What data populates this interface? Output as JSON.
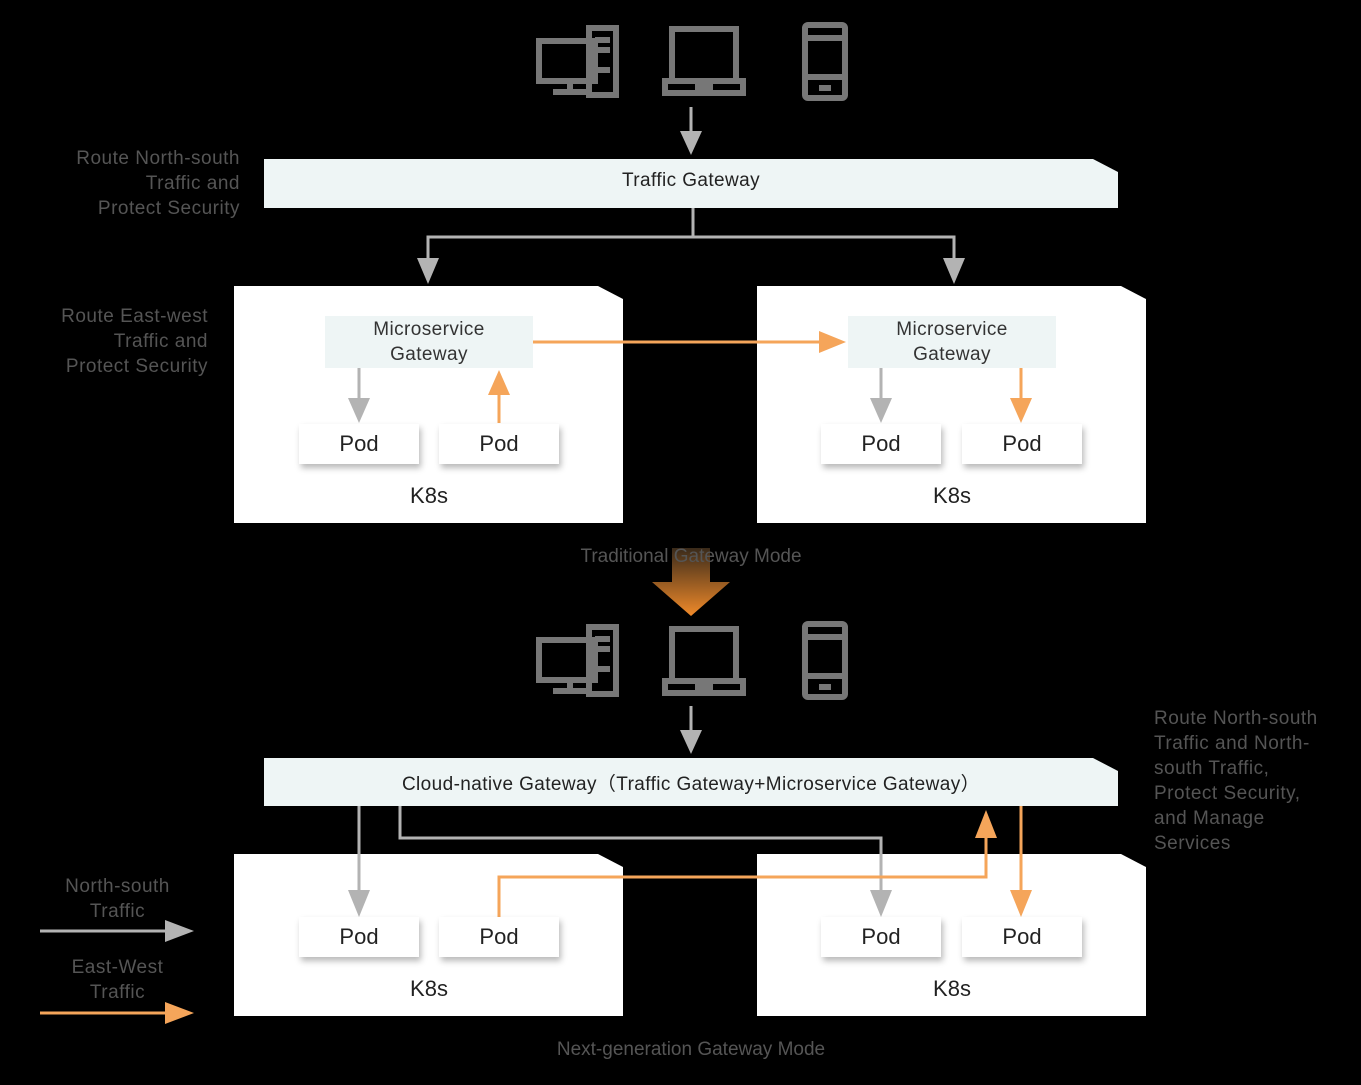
{
  "top": {
    "traffic_gateway": "Traffic Gateway",
    "label_north_south": "Route North-south\nTraffic and\nProtect Security",
    "label_east_west": "Route East-west\nTraffic and\nProtect Security",
    "left_cluster": {
      "gateway": "Microservice\nGateway",
      "pods": [
        "Pod",
        "Pod"
      ],
      "k8s": "K8s"
    },
    "right_cluster": {
      "gateway": "Microservice\nGateway",
      "pods": [
        "Pod",
        "Pod"
      ],
      "k8s": "K8s"
    },
    "caption": "Traditional Gateway Mode"
  },
  "bottom": {
    "cloud_gateway": "Cloud-native Gateway（Traffic Gateway+Microservice Gateway）",
    "label_right": "Route North-south\nTraffic and North-\nsouth Traffic,\nProtect Security,\nand Manage\nServices",
    "left_cluster": {
      "pods": [
        "Pod",
        "Pod"
      ],
      "k8s": "K8s"
    },
    "right_cluster": {
      "pods": [
        "Pod",
        "Pod"
      ],
      "k8s": "K8s"
    },
    "caption": "Next-generation Gateway Mode"
  },
  "legend": {
    "north_south": "North-south\nTraffic",
    "east_west": "East-West\nTraffic"
  },
  "colors": {
    "north_south_arrow": "#b3b3b3",
    "east_west_arrow": "#f5a55a",
    "gateway_fill": "#eef5f5",
    "icon_gray": "#777777"
  }
}
